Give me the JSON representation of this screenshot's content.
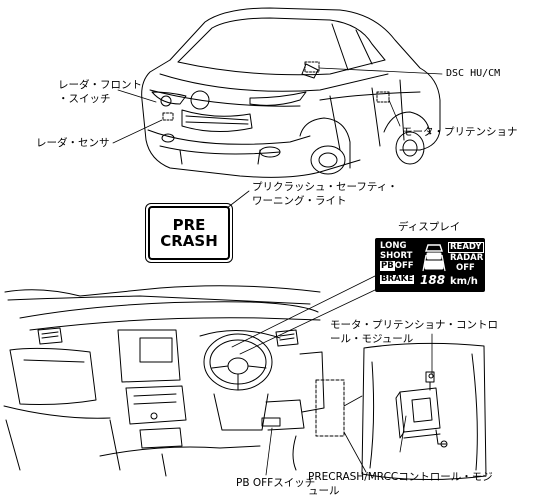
{
  "labels": {
    "radar_front_switch_1": "レーダ・フロント",
    "radar_front_switch_2": "・スイッチ",
    "radar_sensor": "レーダ・センサ",
    "dsc_hu_cm": "DSC HU/CM",
    "motor_pretensioner": "モータ・プリテンショナ",
    "warning_light_1": "プリクラッシュ・セーフティ・",
    "warning_light_2": "ワーニング・ライト",
    "display": "ディスプレイ",
    "pretensioner_control_1": "モータ・プリテンショナ・コントロ",
    "pretensioner_control_2": "ール・モジュール",
    "pb_off_switch": "PB OFFスイッチ",
    "precrash_module_1": "PRECRASH/MRCCコントロール・モジ",
    "precrash_module_2": "ュール"
  },
  "warning_light": {
    "line1": "PRE",
    "line2": "CRASH"
  },
  "display_panel": {
    "long": "LONG",
    "short": "SHORT",
    "pb": "PB",
    "off": "OFF",
    "ready": "READY",
    "radar": "RADAR",
    "radar_off": "OFF",
    "brake": "BRAKE",
    "digits": "188",
    "unit": "km/h"
  },
  "colors": {
    "line": "#000000",
    "background": "#ffffff",
    "display_bg": "#000000"
  }
}
